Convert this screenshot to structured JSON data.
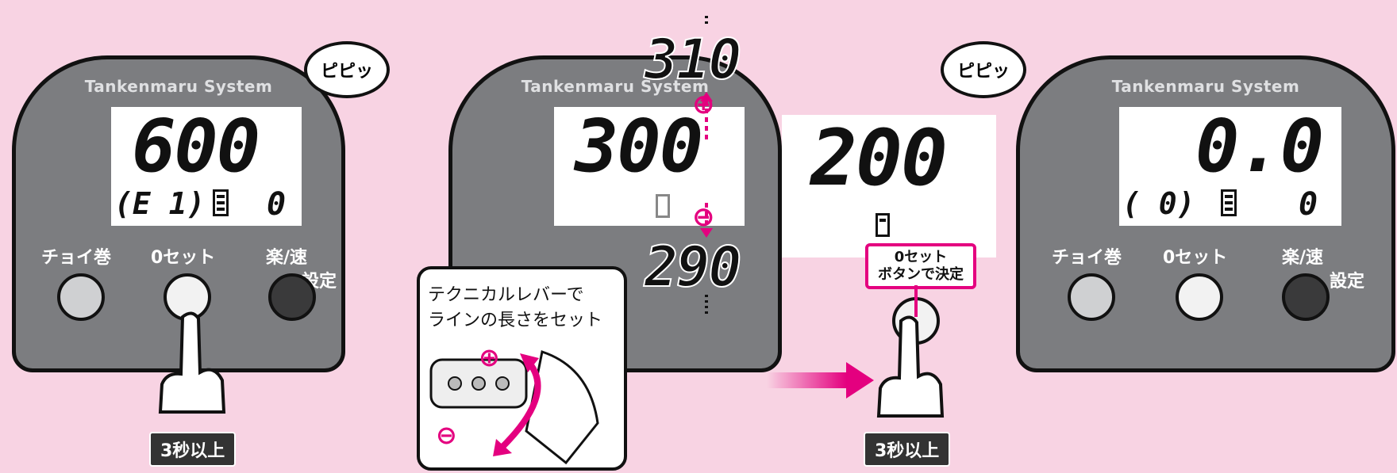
{
  "system_title": "Tankenmaru System",
  "buttons": {
    "choi": "チョイ巻",
    "zero_set": "0セット",
    "raku": "楽/速",
    "settei": "設定"
  },
  "beep": "ピピッ",
  "hold_label": "3秒以上",
  "panel1": {
    "main": "600",
    "sub_left": "(E 1)",
    "sub_right": "0"
  },
  "panel2": {
    "main": "300",
    "up_value": "310",
    "down_value": "290"
  },
  "panel3": {
    "main": "200"
  },
  "panel4": {
    "main": "0.0",
    "sub_left": "( 0)",
    "sub_right": "0"
  },
  "lever_note": {
    "line1": "テクニカルレバーで",
    "line2": "ラインの長さをセット"
  },
  "confirm_note": {
    "line1": "0セット",
    "line2": "ボタンで決定"
  },
  "colors": {
    "accent": "#e4007f",
    "background": "#f8d3e3",
    "panel": "#7c7d80"
  }
}
